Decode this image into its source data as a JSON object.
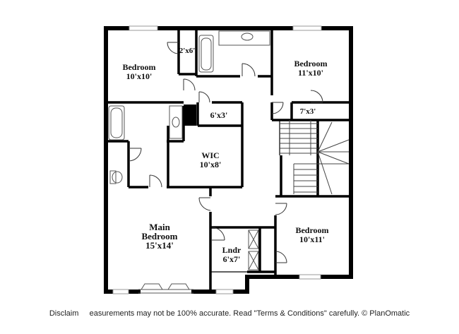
{
  "rooms": {
    "bedroom_nw": {
      "name": "Bedroom",
      "size": "10'x10'"
    },
    "bedroom_ne": {
      "name": "Bedroom",
      "size": "11'x10'"
    },
    "closet_2x6": {
      "size": "2'x6'"
    },
    "closet_7x3": {
      "size": "7'x3'"
    },
    "closet_6x3": {
      "size": "6'x3'"
    },
    "wic": {
      "name": "WIC",
      "size": "10'x8'"
    },
    "main_bedroom": {
      "line1": "Main",
      "line2": "Bedroom",
      "size": "15'x14'"
    },
    "laundry": {
      "name": "Lndr",
      "size": "6'x7'"
    },
    "bedroom_se": {
      "name": "Bedroom",
      "size": "10'x11'"
    }
  },
  "footer": {
    "disclaimer": "Disclaim     easurements may not be 100% accurate. Read \"Terms & Conditions\" carefully. © PlanOmatic"
  },
  "colors": {
    "wall": "#000000",
    "fixture": "#555555",
    "window": "#999999"
  }
}
